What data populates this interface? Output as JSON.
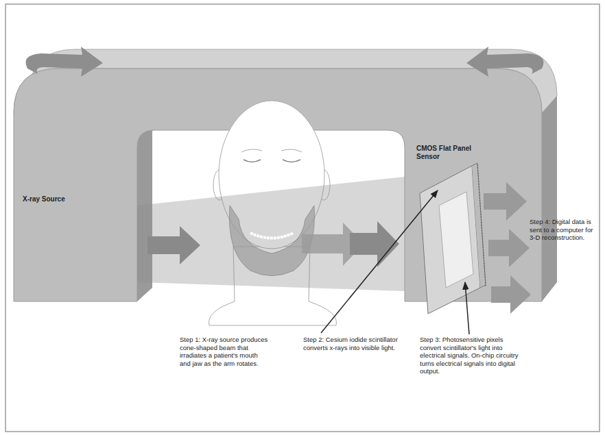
{
  "diagram": {
    "nodes": [
      {
        "text": [
          "X-ray Source"
        ]
      },
      {
        "text": [
          "CMOS Flat Panel Sensor"
        ]
      }
    ],
    "labels": [
      "Step 1: X-ray source produces cone-shaped beam that irradiates a patient's mouth and jaw as the arm rotates.",
      "Step 2: Cesium iodide scintillator converts x-rays into visible light.",
      "Step 3: Photosensitive pixels convert scintillator's light into electrical signals. On-chip circuitry turns electrical signals into digital output.",
      "Step 4: Digital data is sent to a computer for 3-D reconstruction."
    ]
  }
}
